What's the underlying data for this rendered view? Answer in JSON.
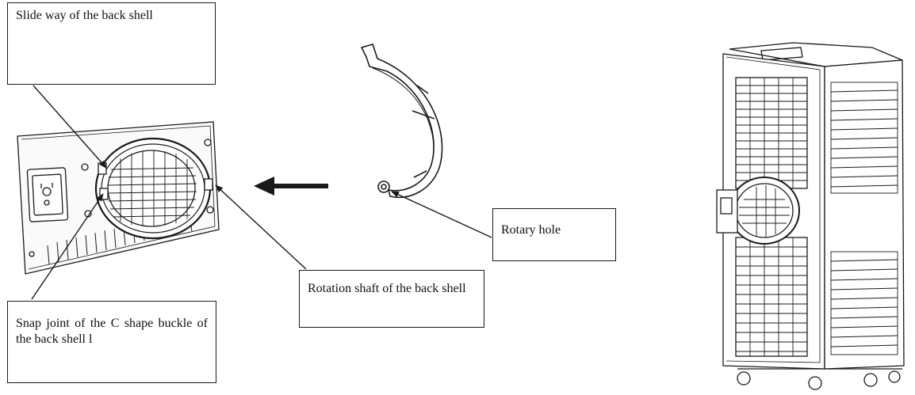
{
  "labels": {
    "slide_way": "Slide way of the back shell",
    "snap_joint": "Snap joint of the C shape buckle of the back shell l",
    "rotary_hole": "Rotary hole",
    "rotation_shaft": "Rotation shaft of the back shell"
  },
  "colors": {
    "line": "#1a1a1a",
    "background": "#ffffff"
  },
  "icons": [
    "back-panel-illustration",
    "c-shape-buckle-illustration",
    "left-arrow-icon",
    "air-conditioner-illustration"
  ]
}
